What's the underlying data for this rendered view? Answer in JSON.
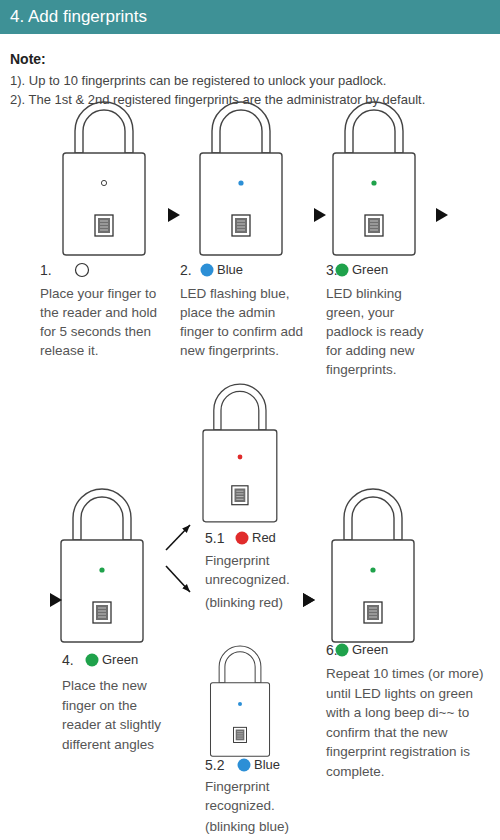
{
  "diagram": {
    "title": "4. Add fingerprints",
    "nodes": [
      {
        "text": [
          "1.",
          "Place your finger to the reader and hold for 5 seconds then release it."
        ]
      },
      {
        "text": [
          "2.",
          "Blue",
          "LED flashing blue, place the admin finger to confirm add new fingerprints."
        ]
      },
      {
        "text": [
          "3.",
          "Green",
          "LED blinking green, your padlock is ready for adding new fingerprints."
        ]
      },
      {
        "text": [
          "4.",
          "Green",
          "Place the new finger on the reader at slightly different angles"
        ]
      },
      {
        "text": [
          "5.1",
          "Red",
          "Fingerprint unrecognized.",
          "(blinking red)"
        ]
      },
      {
        "text": [
          "5.2",
          "Blue",
          "Fingerprint recognized.",
          "(blinking blue)"
        ]
      },
      {
        "text": [
          "6.",
          "Green",
          "Repeat 10 times (or more) until LED lights on green with a long beep di~~ to confirm that the new fingerprint registration is complete."
        ]
      }
    ],
    "edges": [
      {
        "from": 0,
        "to": 1,
        "arrow": "to"
      },
      {
        "from": 1,
        "to": 2,
        "arrow": "to"
      },
      {
        "from": 2,
        "to": 3,
        "arrow": "to"
      },
      {
        "from": 3,
        "to": 4,
        "arrow": "to"
      },
      {
        "from": 3,
        "to": 5,
        "arrow": "to"
      },
      {
        "from": 4,
        "to": 6,
        "arrow": "to"
      },
      {
        "from": 5,
        "to": 6,
        "arrow": "to"
      }
    ],
    "labels": [
      "Note:",
      "1). Up to 10 fingerprints can be registered to unlock your padlock.",
      "2). The 1st & 2nd registered fingerprints are the administrator by default."
    ]
  }
}
